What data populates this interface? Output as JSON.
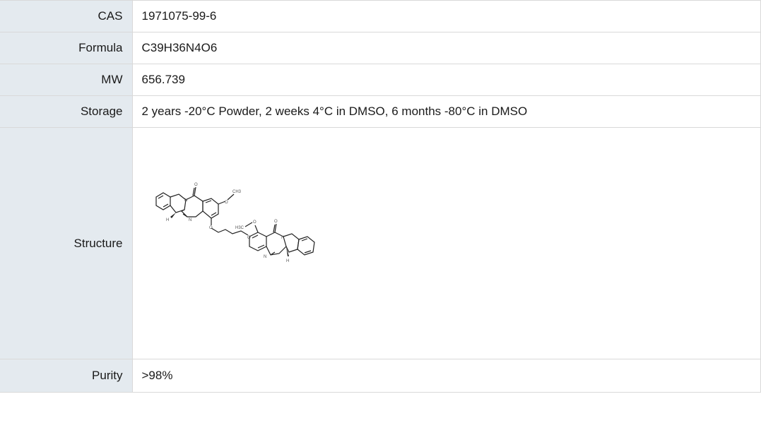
{
  "rows": [
    {
      "label": "CAS",
      "value": "1971075-99-6"
    },
    {
      "label": "Formula",
      "value": "C39H36N4O6"
    },
    {
      "label": "MW",
      "value": "656.739"
    },
    {
      "label": "Storage",
      "value": "2 years -20°C Powder, 2 weeks 4°C in DMSO, 6 months -80°C in DMSO"
    }
  ],
  "structure": {
    "label": "Structure",
    "atoms": {
      "o_top": "O",
      "n_amide": "N",
      "h_top": "H",
      "n_imine": "N",
      "o_methoxy": "O",
      "ch3_top": "CH3",
      "o_link1": "O",
      "o_link2": "O",
      "h3c_bottom": "H3C",
      "o_methoxy2": "O",
      "o_bottom": "O",
      "n_amide2": "N",
      "n_imine2": "N",
      "h_bottom": "H"
    }
  },
  "purity": {
    "label": "Purity",
    "value": ">98%"
  }
}
